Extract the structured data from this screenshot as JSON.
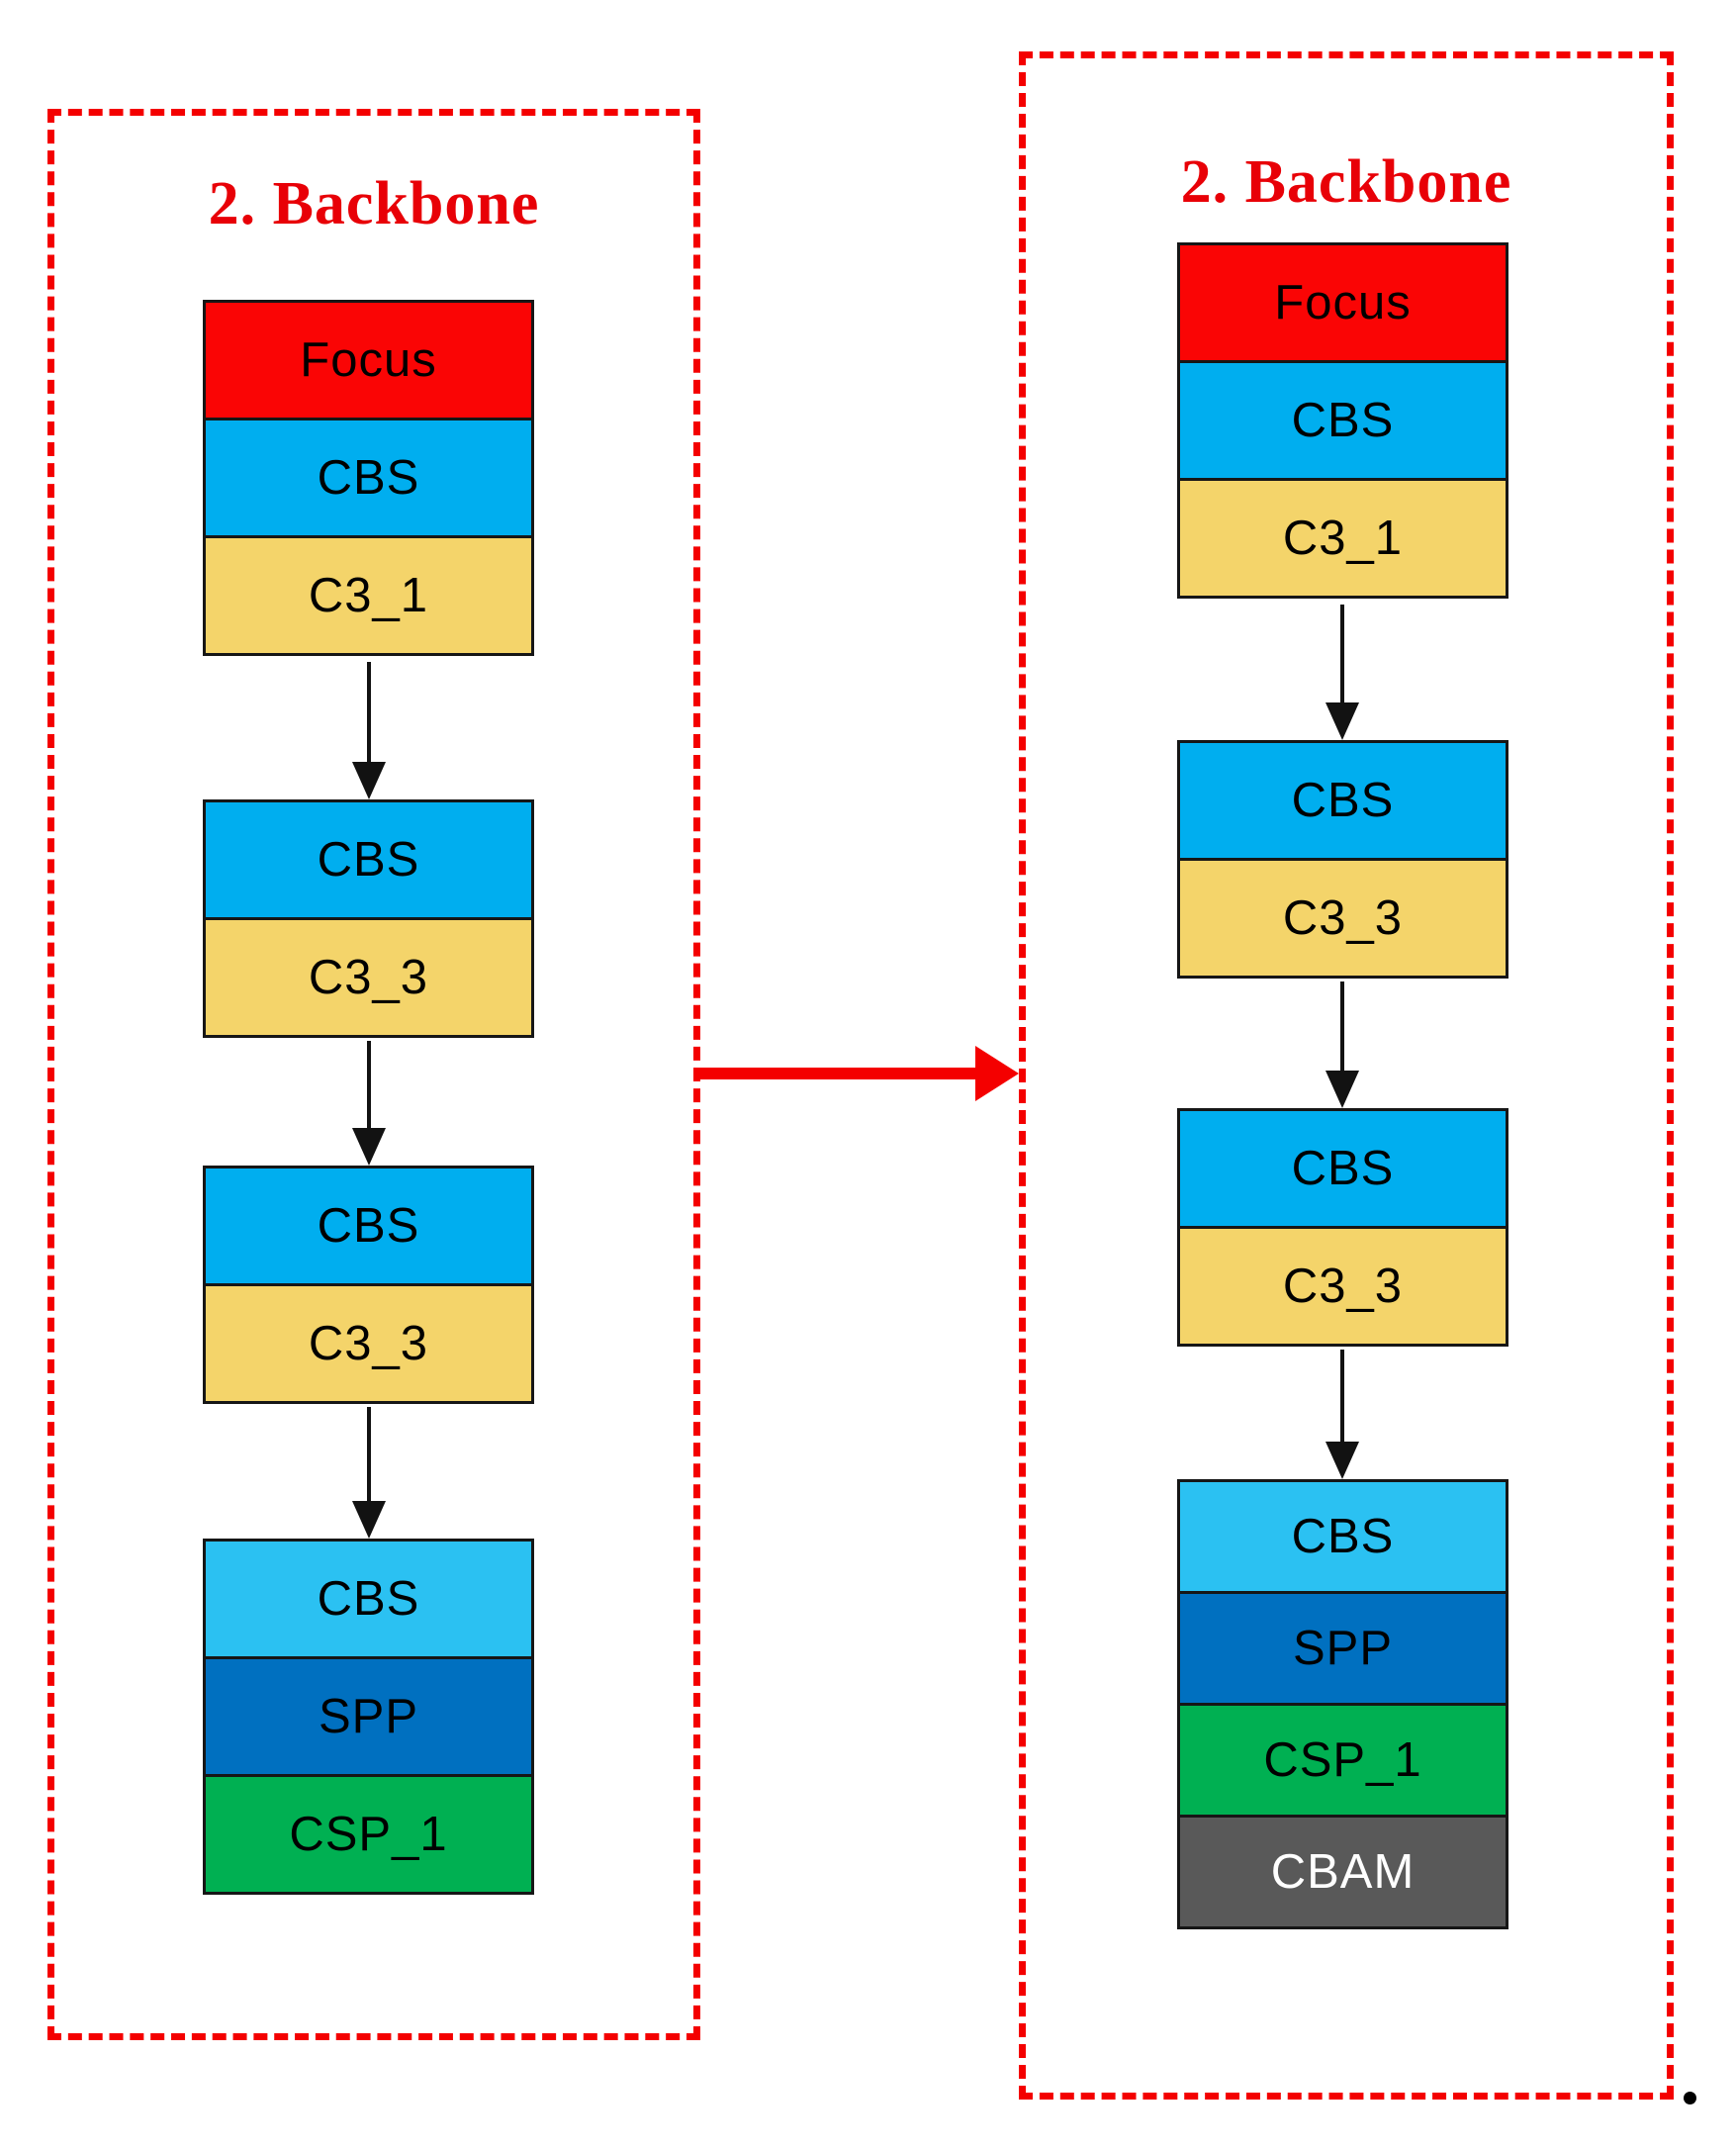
{
  "palette": {
    "dashed_border_red": "#f40000",
    "title_red": "#e80007",
    "block_red": "#fa0505",
    "block_light_blue": "#00aeef",
    "block_lighter_blue": "#2bc1f2",
    "block_yellow": "#f4d46a",
    "block_dark_blue": "#0070c0",
    "block_green": "#00b052",
    "block_gray": "#595959",
    "arrow_black": "#121212",
    "cbam_text": "#ffffff"
  },
  "left_panel": {
    "title": "2. Backbone",
    "stacks": [
      {
        "blocks": [
          {
            "label": "Focus",
            "color": "#fa0505"
          },
          {
            "label": "CBS",
            "color": "#00aeef"
          },
          {
            "label": "C3_1",
            "color": "#f4d46a"
          }
        ]
      },
      {
        "blocks": [
          {
            "label": "CBS",
            "color": "#00aeef"
          },
          {
            "label": "C3_3",
            "color": "#f4d46a"
          }
        ]
      },
      {
        "blocks": [
          {
            "label": "CBS",
            "color": "#00aeef"
          },
          {
            "label": "C3_3",
            "color": "#f4d46a"
          }
        ]
      },
      {
        "blocks": [
          {
            "label": "CBS",
            "color": "#2bc1f2"
          },
          {
            "label": "SPP",
            "color": "#0070c0"
          },
          {
            "label": "CSP_1",
            "color": "#00b052"
          }
        ]
      }
    ]
  },
  "right_panel": {
    "title": "2. Backbone",
    "stacks": [
      {
        "blocks": [
          {
            "label": "Focus",
            "color": "#fa0505"
          },
          {
            "label": "CBS",
            "color": "#00aeef"
          },
          {
            "label": "C3_1",
            "color": "#f4d46a"
          }
        ]
      },
      {
        "blocks": [
          {
            "label": "CBS",
            "color": "#00aeef"
          },
          {
            "label": "C3_3",
            "color": "#f4d46a"
          }
        ]
      },
      {
        "blocks": [
          {
            "label": "CBS",
            "color": "#00aeef"
          },
          {
            "label": "C3_3",
            "color": "#f4d46a"
          }
        ]
      },
      {
        "blocks": [
          {
            "label": "CBS",
            "color": "#2bc1f2"
          },
          {
            "label": "SPP",
            "color": "#0070c0"
          },
          {
            "label": "CSP_1",
            "color": "#00b052"
          },
          {
            "label": "CBAM",
            "color": "#595959",
            "text_color": "#ffffff"
          }
        ]
      }
    ]
  },
  "trailing_period": "."
}
